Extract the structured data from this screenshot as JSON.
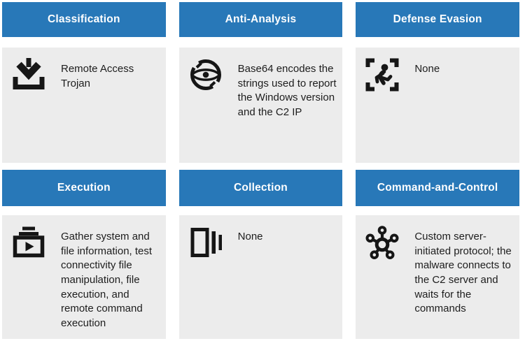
{
  "colors": {
    "header_bg": "#2878b8",
    "header_text": "#ffffff",
    "body_bg": "#ececec",
    "body_text": "#1d1d1d",
    "icon": "#161616",
    "page_bg": "#ffffff"
  },
  "cards": [
    {
      "title": "Classification",
      "icon": "download-icon",
      "text": "Remote Access Trojan"
    },
    {
      "title": "Anti-Analysis",
      "icon": "hidden-eye-icon",
      "text": "Base64 encodes the strings used to report the Windows version and the C2 IP"
    },
    {
      "title": "Defense Evasion",
      "icon": "person-scan-icon",
      "text": "None"
    },
    {
      "title": "Execution",
      "icon": "play-queue-icon",
      "text": "Gather system and file information, test connectivity file manipulation, file execution, and remote command execution"
    },
    {
      "title": "Collection",
      "icon": "documents-icon",
      "text": "None"
    },
    {
      "title": "Command-and-Control",
      "icon": "network-hub-icon",
      "text": "Custom server-initiated protocol; the malware connects to the C2 server and waits for the commands"
    }
  ]
}
